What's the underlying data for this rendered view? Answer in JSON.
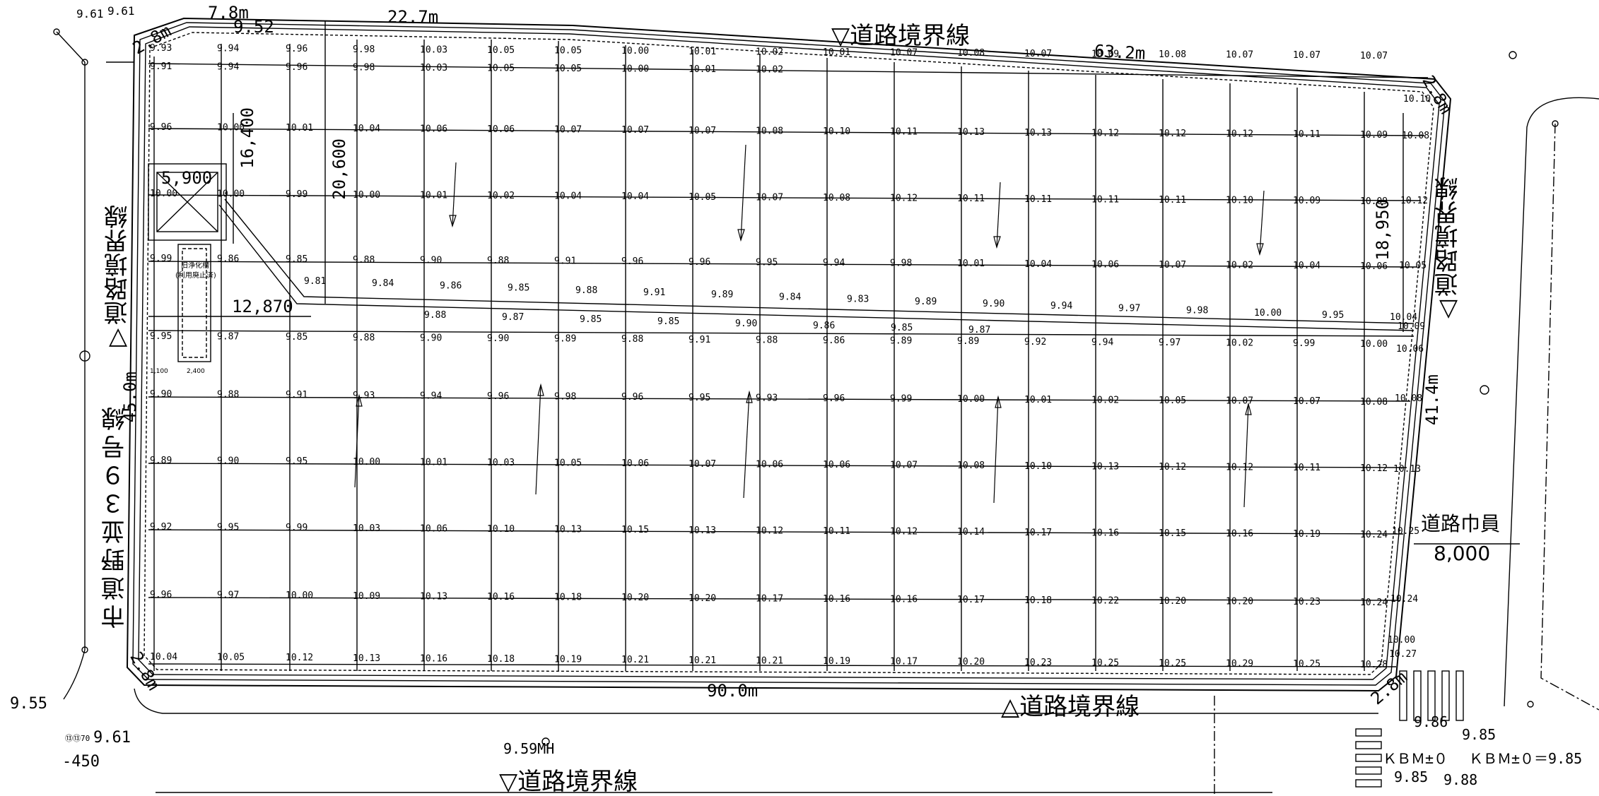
{
  "grid": {
    "cols": 19,
    "rows": 11,
    "elevations": [
      [
        "9.93",
        "9.94",
        "9.96",
        "9.98",
        "10.03",
        "10.05",
        "10.05",
        "10.00",
        "10.01",
        "10.02",
        "10.01",
        "10.07",
        "10.08",
        "10.07",
        "10.09",
        "10.08",
        "10.07",
        "10.07",
        "10.07"
      ],
      [
        "9.96",
        "10.00",
        "10.01",
        "10.04",
        "10.06",
        "10.06",
        "10.07",
        "10.07",
        "10.07",
        "10.08",
        "10.10",
        "10.11",
        "10.13",
        "10.13",
        "10.12",
        "10.12",
        "10.12",
        "10.11",
        "10.09"
      ],
      [
        "10.00",
        "10.00",
        "9.99",
        "10.00",
        "10.01",
        "10.02",
        "10.04",
        "10.04",
        "10.05",
        "10.07",
        "10.08",
        "10.12",
        "10.11",
        "10.11",
        "10.11",
        "10.11",
        "10.10",
        "10.09",
        "10.09"
      ],
      [
        "9.99",
        "9.86",
        "9.85",
        "9.88",
        "9.90",
        "9.88",
        "9.91",
        "9.96",
        "9.96",
        "9.95",
        "9.94",
        "9.98",
        "10.01",
        "10.04",
        "10.06",
        "10.07",
        "10.02",
        "10.04",
        "10.06"
      ],
      [
        "9.95",
        "9.87",
        "9.85",
        "9.88",
        "9.90",
        "9.90",
        "9.89",
        "9.88",
        "9.91",
        "9.88",
        "9.86",
        "9.89",
        "9.89",
        "9.92",
        "9.94",
        "9.97",
        "10.02",
        "9.99",
        "10.00"
      ],
      [
        "9.90",
        "9.88",
        "9.91",
        "9.93",
        "9.94",
        "9.96",
        "9.98",
        "9.96",
        "9.95",
        "9.93",
        "9.96",
        "9.99",
        "10.00",
        "10.01",
        "10.02",
        "10.05",
        "10.07",
        "10.07",
        "10.08"
      ],
      [
        "9.89",
        "9.90",
        "9.95",
        "10.00",
        "10.01",
        "10.03",
        "10.05",
        "10.06",
        "10.07",
        "10.06",
        "10.06",
        "10.07",
        "10.08",
        "10.10",
        "10.13",
        "10.12",
        "10.12",
        "10.11",
        "10.12"
      ],
      [
        "9.92",
        "9.95",
        "9.99",
        "10.03",
        "10.06",
        "10.10",
        "10.13",
        "10.15",
        "10.13",
        "10.12",
        "10.11",
        "10.12",
        "10.14",
        "10.17",
        "10.16",
        "10.15",
        "10.16",
        "10.19",
        "10.24"
      ],
      [
        "9.96",
        "9.97",
        "10.00",
        "10.09",
        "10.13",
        "10.16",
        "10.18",
        "10.20",
        "10.20",
        "10.17",
        "10.16",
        "10.16",
        "10.17",
        "10.18",
        "10.22",
        "10.20",
        "10.20",
        "10.23",
        "10.24"
      ],
      [
        "10.04",
        "10.05",
        "10.12",
        "10.13",
        "10.16",
        "10.18",
        "10.19",
        "10.21",
        "10.21",
        "10.21",
        "10.19",
        "10.17",
        "10.20",
        "10.23",
        "10.25",
        "10.25",
        "10.29",
        "10.25",
        "10.28"
      ]
    ],
    "extra_left": [
      "9.91",
      "9.94",
      "9.96",
      "9.98",
      "10.03",
      "10.05",
      "10.05",
      "10.00",
      "10.01",
      "10.02"
    ],
    "diag_band": [
      "9.81",
      "9.84",
      "9.86",
      "9.85",
      "9.88",
      "9.91",
      "9.89",
      "9.84",
      "9.83",
      "9.89",
      "9.90",
      "9.94",
      "9.97",
      "9.98",
      "10.00",
      "9.95",
      "10.04"
    ],
    "diag_band2": [
      "9.88",
      "9.87",
      "9.85",
      "9.85",
      "9.90",
      "9.86",
      "9.85",
      "9.87"
    ],
    "right_edge": [
      "10.10",
      "10.08",
      "10.12",
      "10.05",
      "10.09",
      "10.06",
      "10.08",
      "10.13",
      "10.25",
      "10.24",
      "10.27",
      "10.00"
    ]
  },
  "labels": {
    "road_boundary_top": "▽道路境界線",
    "road_boundary_bottom": "△道路境界線",
    "road_boundary_bottom2": "▽道路境界線",
    "road_boundary_left": "▽道路境界線",
    "road_boundary_right": "△道路境界線",
    "city_road": "市道野並３９号線",
    "road_width_label": "道路巾員",
    "road_width_value": "8,000",
    "septic_title": "旧浄化槽",
    "septic_note": "(利用廃止済)",
    "kbm_left": "ＫＢＭ±０",
    "kbm_right": "ＫＢＭ±０＝9.85"
  },
  "dimensions": {
    "top_seg1": "7.8m",
    "top_seg2": "9.52",
    "top_seg3": "22.7m",
    "top_seg4": "63.2m",
    "corner_tl": "2.8m",
    "corner_tr": "2.8m",
    "corner_bl": "2.8m",
    "corner_br": "2.8m",
    "bottom": "90.0m",
    "left": "45.0m",
    "right": "41.4m",
    "d16400": "16,400",
    "d20600": "20,600",
    "d5900": "5,900",
    "d12870": "12,870",
    "d18950": "18,950",
    "d2400": "2,400",
    "d1100": "1,100"
  },
  "spot_levels": {
    "top_left1": "9.61",
    "top_left2": "9.61",
    "bottom_left_955": "9.55",
    "bottom_left_961": "9.61",
    "bottom_left_neg450": "-450",
    "mh": "9.59MH",
    "br_986": "9.86",
    "br_985a": "9.85",
    "br_985b": "9.85",
    "br_988": "9.88",
    "bl_small": "⑬⑬70"
  },
  "colors": {
    "line": "#000000",
    "background": "#ffffff"
  }
}
